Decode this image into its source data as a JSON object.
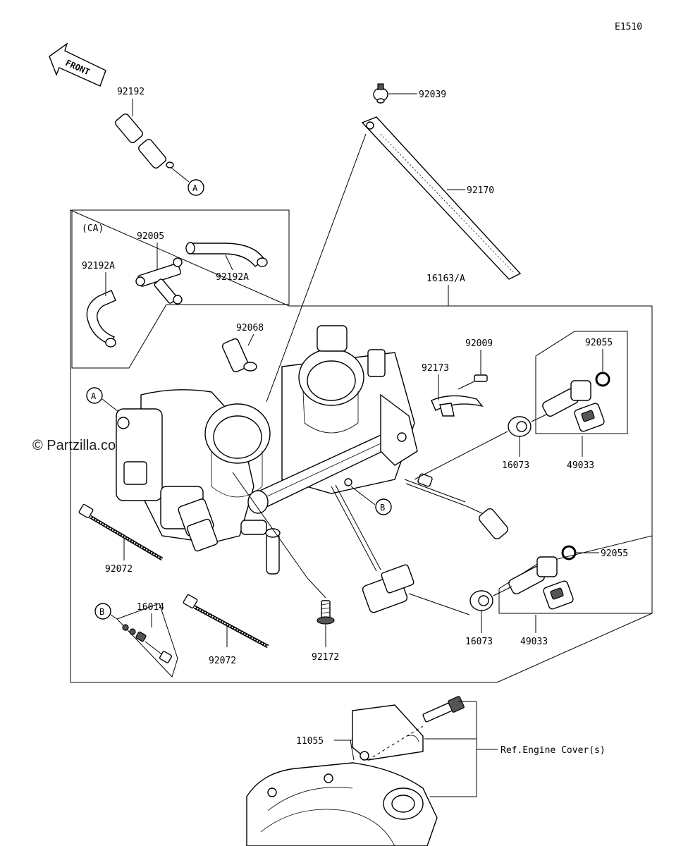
{
  "diagram_code": "E1510",
  "front_label": "FRONT",
  "watermark": "© Partzilla.com",
  "ca_label": "(CA)",
  "callouts": {
    "A": "A",
    "B": "B"
  },
  "parts": {
    "p92192": "92192",
    "p92039": "92039",
    "p92170": "92170",
    "p92005": "92005",
    "p92192A_left": "92192A",
    "p92192A_right": "92192A",
    "p16163A": "16163/A",
    "p92068": "92068",
    "p92009": "92009",
    "p92055_top": "92055",
    "p92173": "92173",
    "p16073_top": "16073",
    "p49033_top": "49033",
    "p92072_left": "92072",
    "p92055_bottom": "92055",
    "p16014": "16014",
    "p92072_mid": "92072",
    "p92172": "92172",
    "p16073_bottom": "16073",
    "p49033_bottom": "49033",
    "p11055": "11055"
  },
  "ref_engine_cover": "Ref.Engine Cover(s)"
}
